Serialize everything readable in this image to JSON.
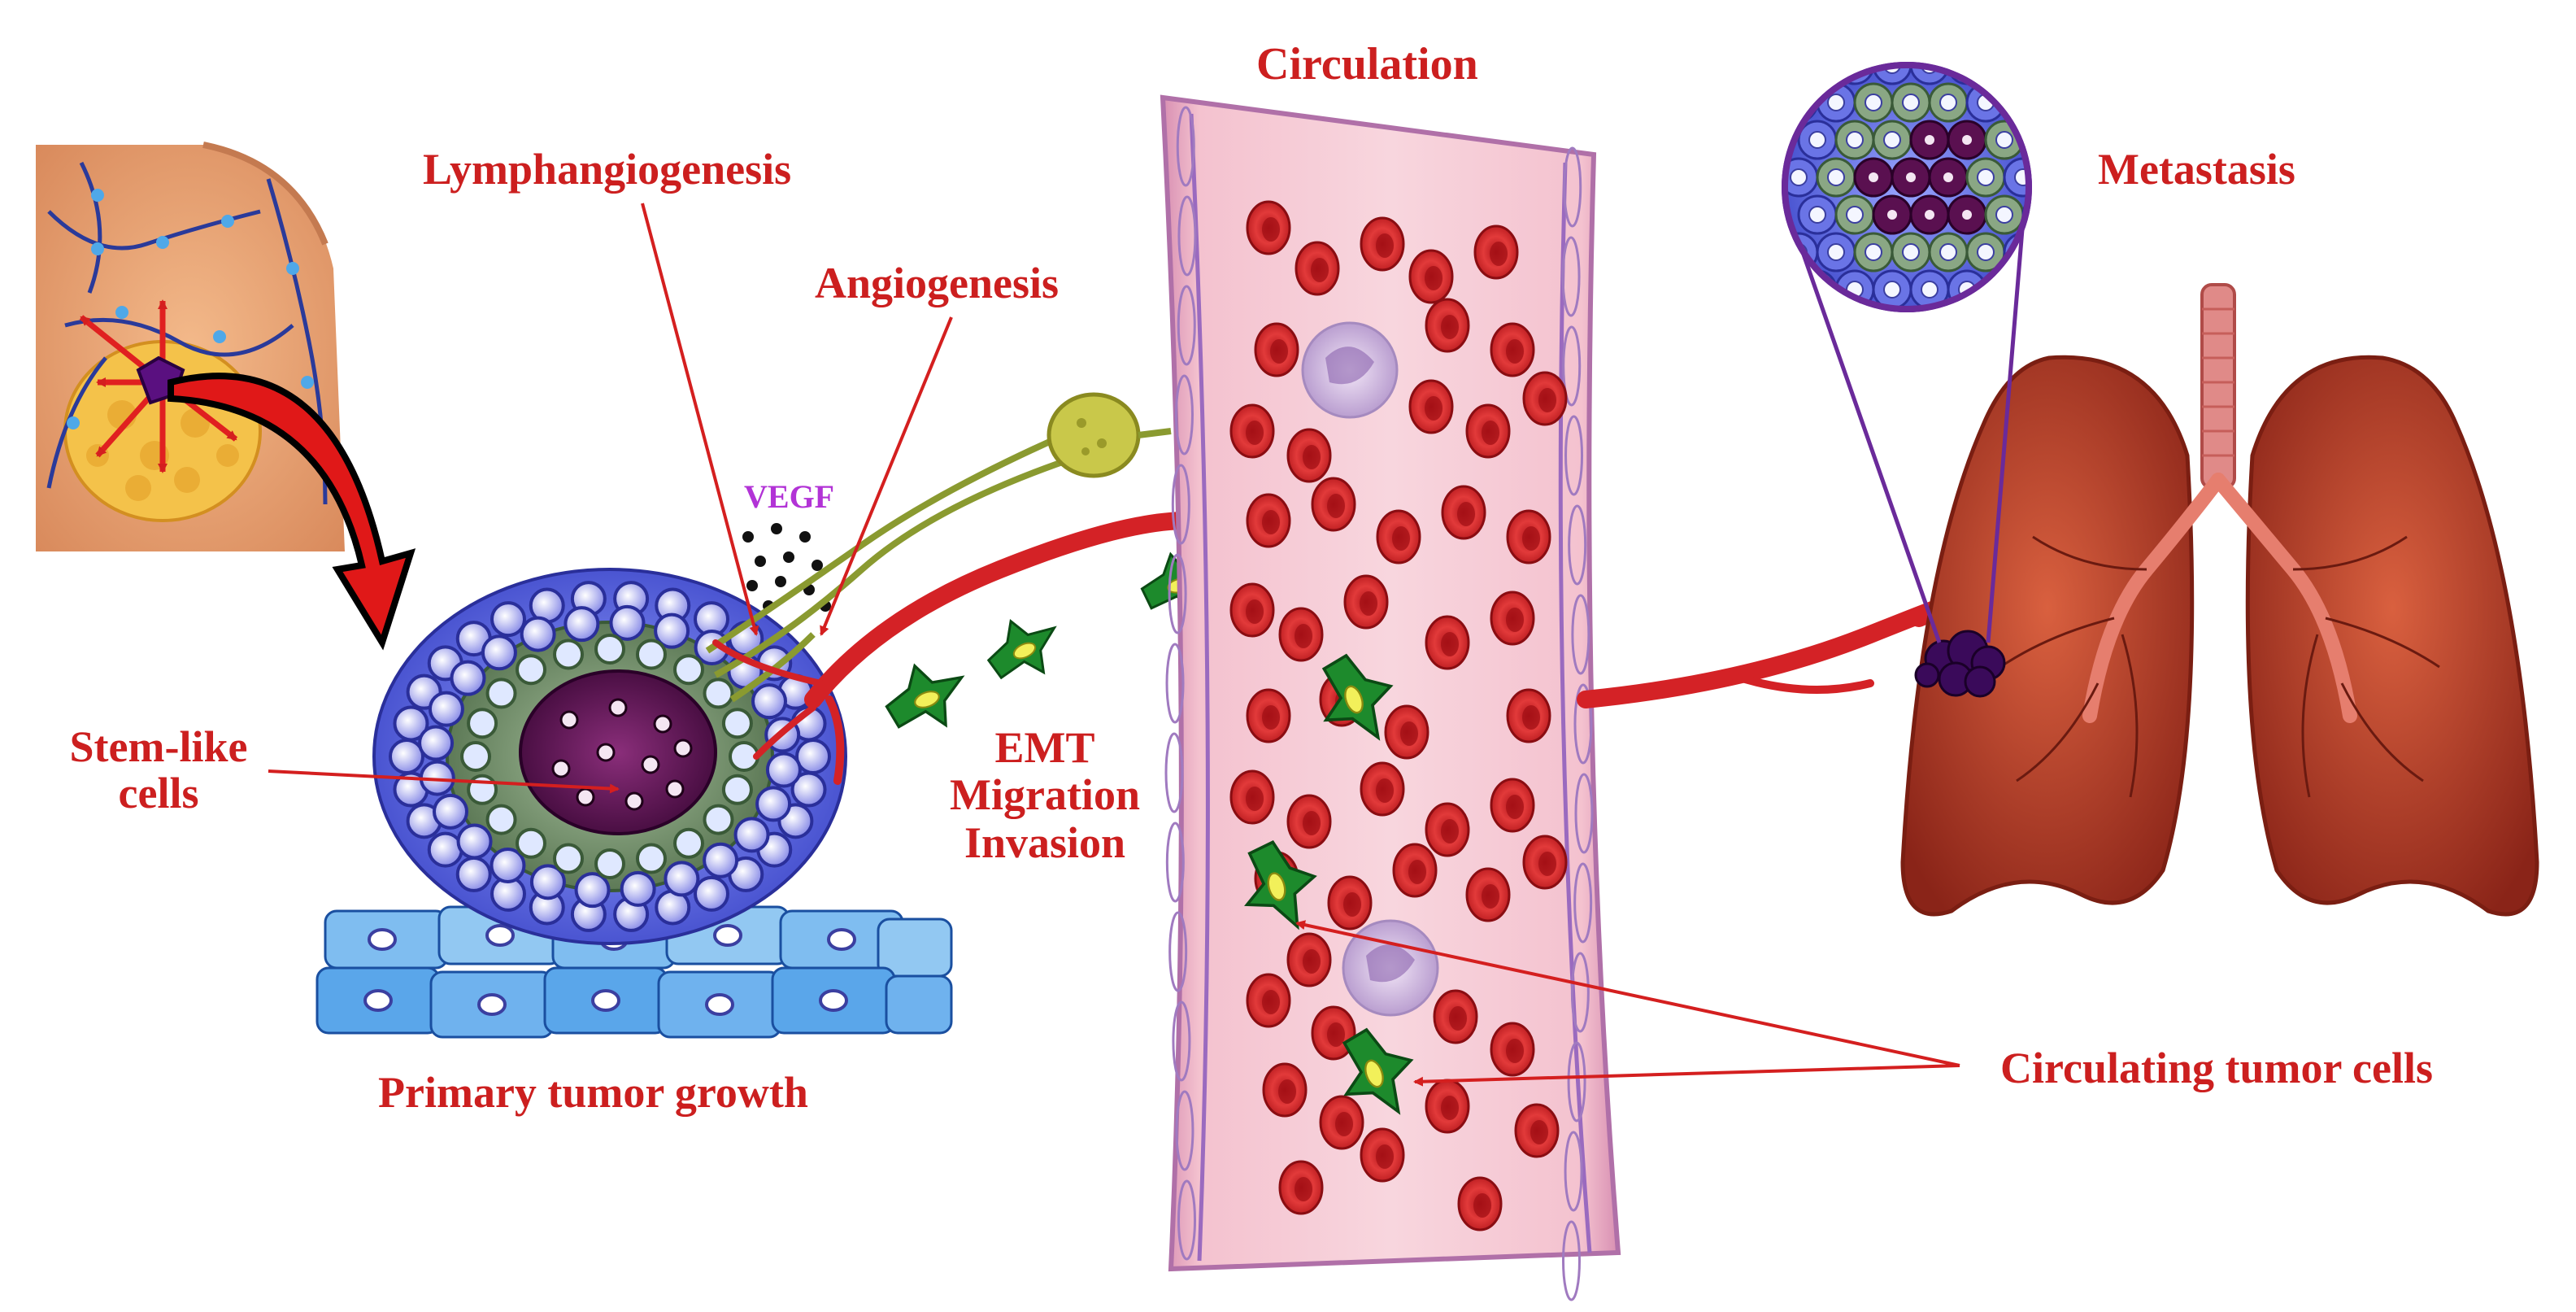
{
  "labels": {
    "circulation": "Circulation",
    "lymphangiogenesis": "Lymphangiogenesis",
    "angiogenesis": "Angiogenesis",
    "vegf": "VEGF",
    "metastasis": "Metastasis",
    "stem_like_line1": "Stem-like",
    "stem_like_line2": "cells",
    "emt_line1": "EMT",
    "emt_line2": "Migration",
    "emt_line3": "Invasion",
    "primary_tumor": "Primary tumor growth",
    "circulating_tumor_cells": "Circulating tumor cells"
  },
  "colors": {
    "label_red": "#cc1f1f",
    "vegf_purple": "#b233d6",
    "tumor_core": "#5a1050",
    "tumor_mid": "#6f8f6a",
    "tumor_outer": "#4b58d8",
    "rbc": "#d8262a",
    "ctc_green": "#1c8a2a",
    "vessel_wall": "#f0b0c0",
    "lung": "#b8402e"
  },
  "icons": {
    "breast": "breast-anatomy-icon",
    "lung": "lungs-icon",
    "lymph_node": "lymph-node-icon"
  }
}
